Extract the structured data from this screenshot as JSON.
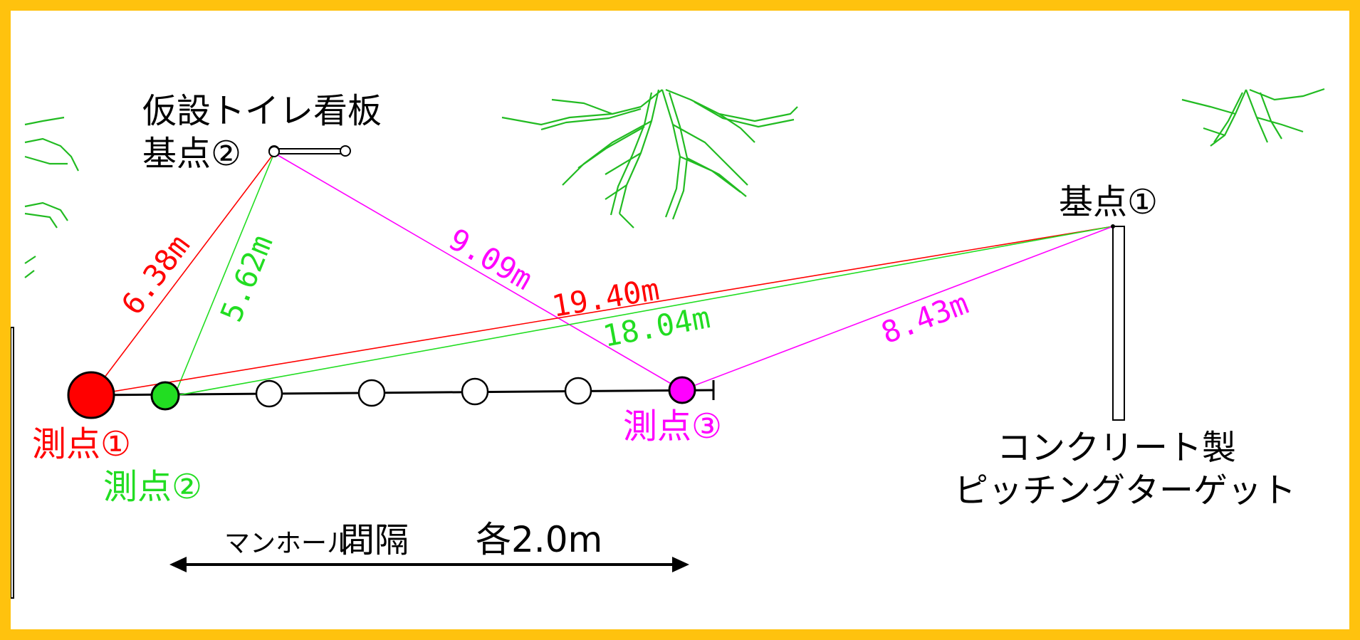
{
  "colors": {
    "frame": "#ffc20e",
    "point1": "#ff0000",
    "point2": "#22dd22",
    "point3": "#ff00ff",
    "tree": "#22bb22",
    "ink": "#000000"
  },
  "labels": {
    "toilet_sign": "仮設トイレ看板",
    "base_point_2": "基点②",
    "base_point_1": "基点①",
    "target_line1": "コンクリート製",
    "target_line2": "ピッチングターゲット",
    "meas_point_1": "測点①",
    "meas_point_2": "測点②",
    "meas_point_3": "測点③",
    "interval_small": "マンホール",
    "interval_big": "間隔",
    "interval_each": "各2.0m"
  },
  "distances": {
    "p1_b2": "6.38m",
    "p2_b2": "5.62m",
    "p3_b2": "9.09m",
    "p1_b1": "19.40m",
    "p2_b1": "18.04m",
    "p3_b1": "8.43m"
  },
  "icons": [
    "tree-icon",
    "manhole-icon",
    "sign-post-icon",
    "target-post-icon",
    "dimension-arrow-icon"
  ]
}
